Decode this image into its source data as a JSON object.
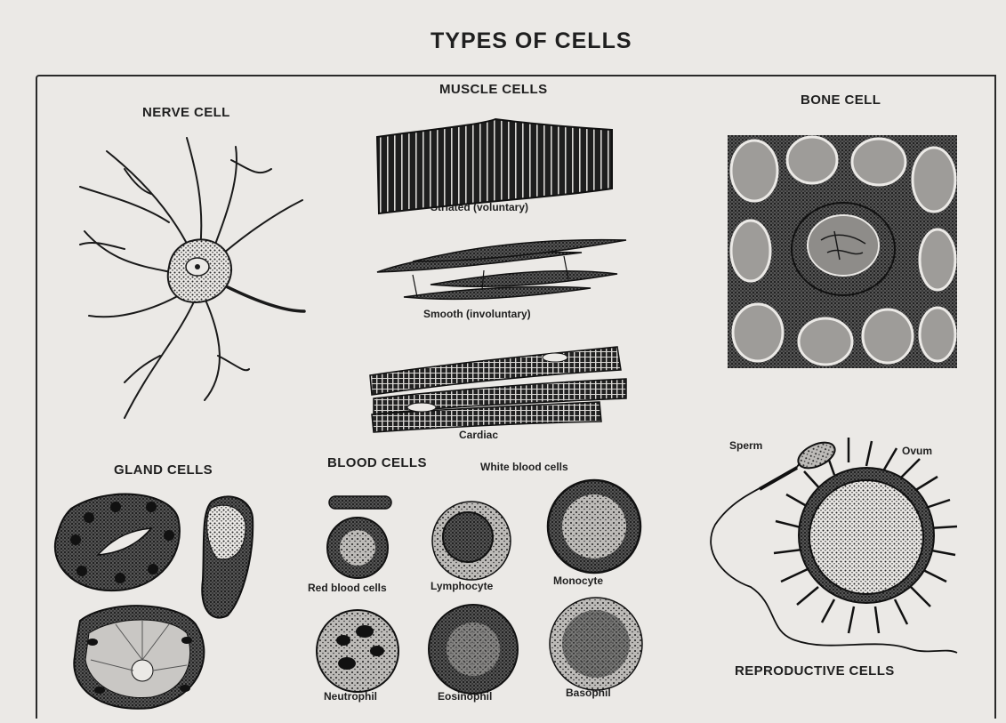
{
  "title": "TYPES OF CELLS",
  "sections": {
    "nerve": "NERVE CELL",
    "muscle": "MUSCLE CELLS",
    "bone": "BONE CELL",
    "gland": "GLAND CELLS",
    "blood": "BLOOD CELLS",
    "reproductive": "REPRODUCTIVE CELLS"
  },
  "muscle_labels": {
    "striated": "Striated (voluntary)",
    "smooth": "Smooth (involuntary)",
    "cardiac": "Cardiac"
  },
  "blood_labels": {
    "white_header": "White blood cells",
    "red": "Red blood cells",
    "lymphocyte": "Lymphocyte",
    "monocyte": "Monocyte",
    "neutrophil": "Neutrophil",
    "eosinophil": "Eosinophil",
    "basophil": "Basophil"
  },
  "reproductive_labels": {
    "sperm": "Sperm",
    "ovum": "Ovum"
  },
  "colors": {
    "ink": "#1a1a1a",
    "paper": "#ebe9e6"
  }
}
